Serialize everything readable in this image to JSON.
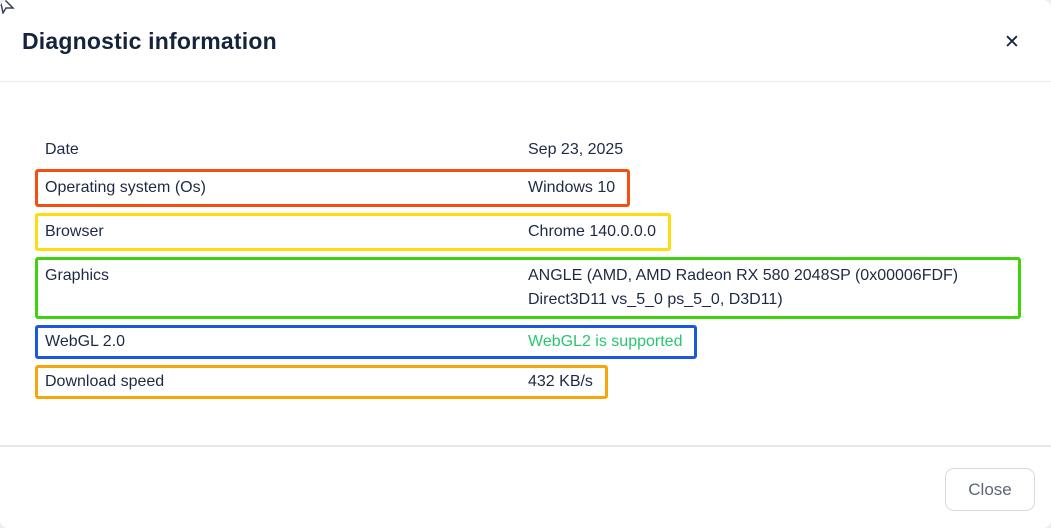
{
  "dialog": {
    "title": "Diagnostic information",
    "close_icon": "✕",
    "close_button_label": "Close"
  },
  "rows": [
    {
      "label": "Date",
      "value": "Sep 23, 2025",
      "highlight_color": null
    },
    {
      "label": "Operating system (Os)",
      "value": "Windows 10",
      "highlight_color": "#F4500F"
    },
    {
      "label": "Browser",
      "value": "Chrome 140.0.0.0",
      "highlight_color": "#FFDB0F"
    },
    {
      "label": "Graphics",
      "value": "ANGLE (AMD, AMD Radeon RX 580 2048SP (0x00006FDF) Direct3D11 vs_5_0 ps_5_0, D3D11)",
      "highlight_color": "#3ED30E"
    },
    {
      "label": "WebGL 2.0",
      "value": "WebGL2 is supported",
      "highlight_color": "#1D57DC",
      "value_color": "#28C76F"
    },
    {
      "label": "Download speed",
      "value": "432 KB/s",
      "highlight_color": "#F7A50C"
    }
  ],
  "colors": {
    "title_text": "#16233C",
    "body_text": "#1E2A44",
    "success_text": "#28C76F",
    "divider": "#E9EAEC",
    "button_border": "#D6DAE1",
    "button_text": "#5C6679"
  }
}
